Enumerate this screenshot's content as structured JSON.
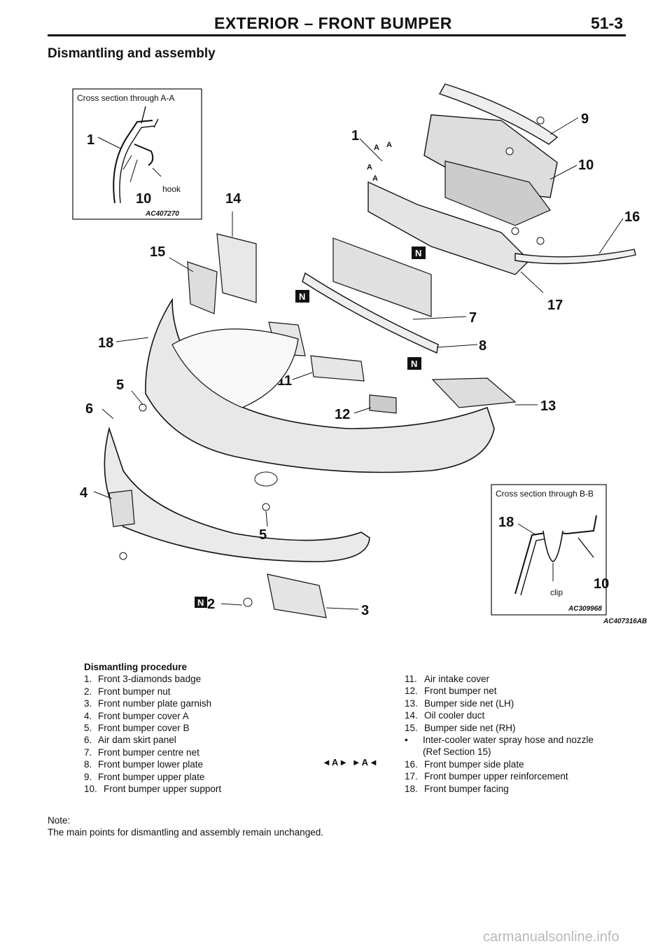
{
  "header": {
    "title": "EXTERIOR – FRONT BUMPER",
    "page": "51-3"
  },
  "section_title": "Dismantling and assembly",
  "figure": {
    "inset_a_title": "Cross section through A-A",
    "inset_a_hook": "hook",
    "inset_a_code": "AC407270",
    "inset_b_title": "Cross section through B-B",
    "inset_b_clip": "clip",
    "inset_b_code": "AC309968",
    "figure_code": "AC407316AB",
    "callouts": [
      "1",
      "2",
      "3",
      "4",
      "5",
      "6",
      "7",
      "8",
      "9",
      "10",
      "11",
      "12",
      "13",
      "14",
      "15",
      "16",
      "17",
      "18"
    ],
    "section_mark_a": "A",
    "section_mark_b": "B",
    "n_mark": "N"
  },
  "procedure": {
    "heading": "Dismantling procedure",
    "left_items": [
      {
        "num": "1.",
        "text": "Front 3-diamonds badge"
      },
      {
        "num": "2.",
        "text": "Front bumper nut"
      },
      {
        "num": "3.",
        "text": "Front number plate garnish"
      },
      {
        "num": "4.",
        "text": "Front bumper cover A"
      },
      {
        "num": "5.",
        "text": "Front bumper cover B"
      },
      {
        "num": "6.",
        "text": "Air dam skirt panel"
      },
      {
        "num": "7.",
        "text": "Front bumper centre net"
      },
      {
        "num": "8.",
        "text": "Front bumper lower plate"
      },
      {
        "num": "9.",
        "text": "Front bumper upper plate"
      },
      {
        "num": "10.",
        "text": "Front bumper upper support"
      }
    ],
    "right_items": [
      {
        "num": "11.",
        "text": "Air intake cover"
      },
      {
        "num": "12.",
        "text": "Front bumper net"
      },
      {
        "num": "13.",
        "text": "Bumper side net (LH)"
      },
      {
        "num": "14.",
        "text": "Oil cooler duct"
      },
      {
        "num": "15.",
        "text": "Bumper side net (RH)"
      }
    ],
    "bullet": {
      "num": "•",
      "line1": "Inter-cooler water spray hose and nozzle",
      "line2": "(Ref Section 15)"
    },
    "right_items_2": [
      {
        "num": "16.",
        "text": "Front bumper side plate"
      },
      {
        "num": "17.",
        "text": "Front bumper upper reinforcement"
      },
      {
        "num": "18.",
        "text": "Front bumper facing"
      }
    ],
    "marker": "◄A► ►A◄"
  },
  "note": {
    "label": "Note:",
    "text": "The main points for dismantling and assembly remain unchanged."
  },
  "watermark": "carmanualsonline.info"
}
